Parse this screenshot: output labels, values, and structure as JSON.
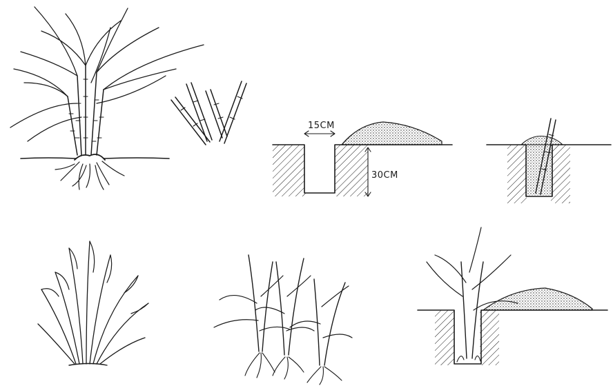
{
  "panels": [
    {
      "id": "mature-clump"
    },
    {
      "id": "cane-cuttings"
    },
    {
      "id": "planting-pit"
    },
    {
      "id": "cutting-in-pit"
    },
    {
      "id": "young-clump"
    },
    {
      "id": "rooted-shoots"
    },
    {
      "id": "shoot-in-pit"
    }
  ],
  "pit_dimensions": {
    "width_label": "15CM",
    "depth_label": "30CM"
  },
  "colors": {
    "ink": "#1a1a1a",
    "background": "#ffffff"
  }
}
